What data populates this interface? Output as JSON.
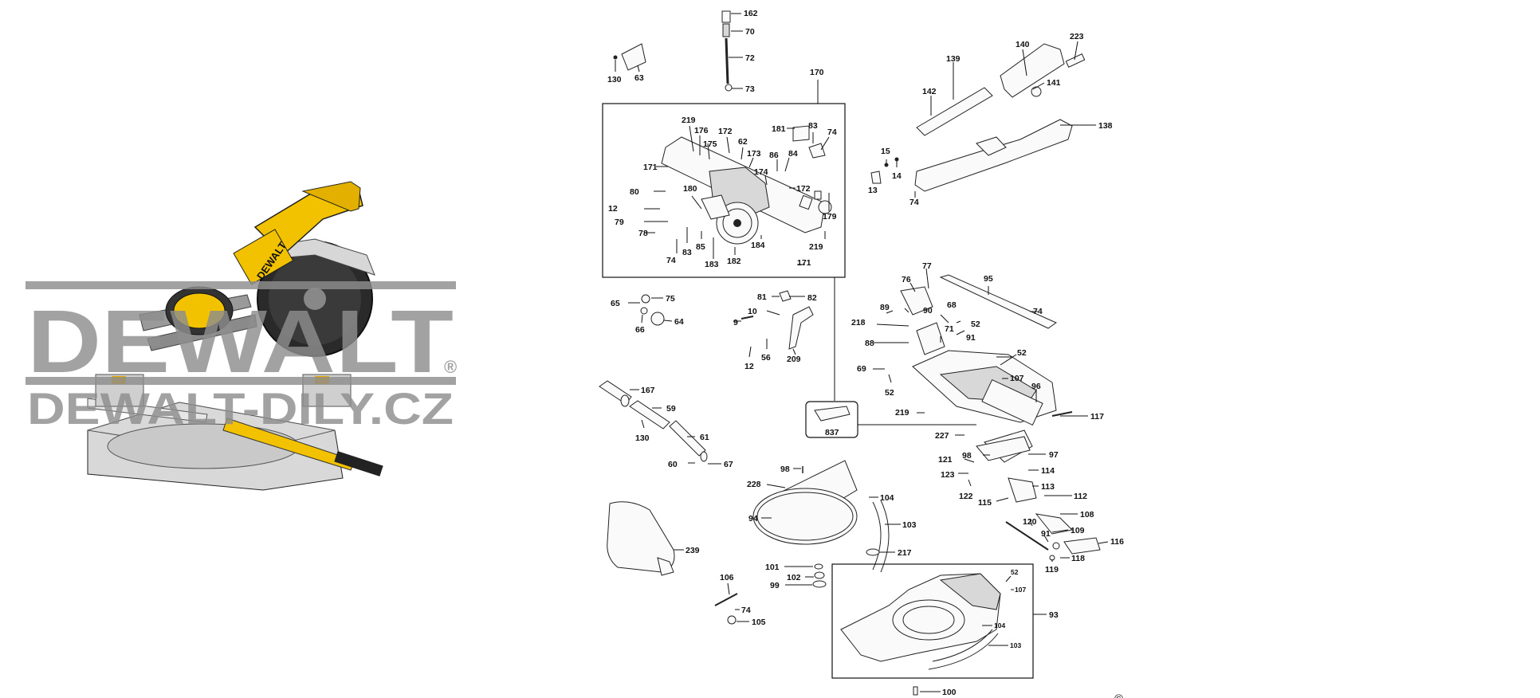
{
  "watermark": {
    "brand": "DEWALT",
    "registered": "®",
    "site": "DEWALT-DILY.CZ"
  },
  "product_badge": "DEWALT",
  "copyright": "©",
  "callouts": {
    "c162": "162",
    "c70": "70",
    "c72": "72",
    "c73": "73",
    "c130a": "130",
    "c63": "63",
    "c170": "170",
    "c219a": "219",
    "c176": "176",
    "c175": "175",
    "c172a": "172",
    "c62": "62",
    "c173": "173",
    "c181": "181",
    "c83a": "83",
    "c74a": "74",
    "c86": "86",
    "c84": "84",
    "c174": "174",
    "c171a": "171",
    "c172b": "172",
    "c180": "180",
    "c80": "80",
    "c12a": "12",
    "c79": "79",
    "c78": "78",
    "c74b": "74",
    "c83b": "83",
    "c85": "85",
    "c183": "183",
    "c182": "182",
    "c184": "184",
    "c179": "179",
    "c219b": "219",
    "c171b": "171",
    "c139": "139",
    "c140": "140",
    "c223": "223",
    "c142": "142",
    "c141": "141",
    "c138": "138",
    "c15": "15",
    "c14": "14",
    "c13": "13",
    "c74c": "74",
    "c65": "65",
    "c75": "75",
    "c64": "64",
    "c66": "66",
    "c81": "81",
    "c82": "82",
    "c10": "10",
    "c9": "9",
    "c56": "56",
    "c12b": "12",
    "c209": "209",
    "c167": "167",
    "c59": "59",
    "c130b": "130",
    "c61": "61",
    "c60": "60",
    "c67": "67",
    "c837": "837",
    "c77": "77",
    "c76": "76",
    "c95": "95",
    "c89": "89",
    "c90": "90",
    "c68": "68",
    "c74d": "74",
    "c218": "218",
    "c71": "71",
    "c52a": "52",
    "c88": "88",
    "c91a": "91",
    "c52b": "52",
    "c69": "69",
    "c107a": "107",
    "c52c": "52",
    "c96": "96",
    "c219c": "219",
    "c117": "117",
    "c227": "227",
    "c98a": "98",
    "c97": "97",
    "c121": "121",
    "c114": "114",
    "c123": "123",
    "c113": "113",
    "c122": "122",
    "c112": "112",
    "c115": "115",
    "c108": "108",
    "c120": "120",
    "c91b": "91",
    "c109": "109",
    "c116": "116",
    "c119": "119",
    "c118": "118",
    "c98b": "98",
    "c228": "228",
    "c104a": "104",
    "c94": "94",
    "c103a": "103",
    "c217": "217",
    "c239": "239",
    "c101": "101",
    "c102": "102",
    "c99": "99",
    "c106": "106",
    "c74e": "74",
    "c105": "105",
    "c52d": "52",
    "c107b": "107",
    "c104b": "104",
    "c93": "93",
    "c103b": "103",
    "c100": "100"
  }
}
